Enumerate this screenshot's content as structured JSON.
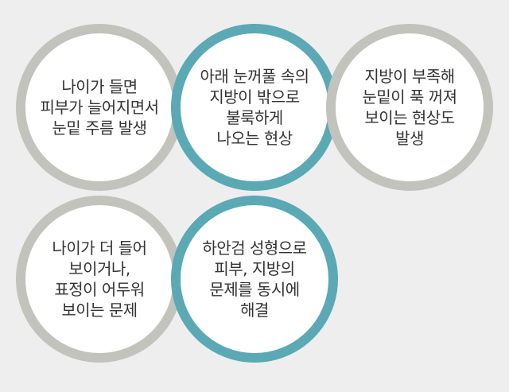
{
  "circles": [
    {
      "text": "나이가 들면\n피부가 늘어지면서\n눈밑 주름 발생",
      "accent": false
    },
    {
      "text": "아래 눈꺼풀 속의\n지방이 밖으로\n불룩하게\n나오는 현상",
      "accent": true
    },
    {
      "text": "지방이 부족해\n눈밑이 푹 꺼져\n보이는 현상도\n발생",
      "accent": false
    },
    {
      "text": "나이가 더 들어\n보이거나,\n표정이 어두워\n보이는 문제",
      "accent": false
    },
    {
      "text": "하안검 성형으로\n피부, 지방의\n문제를 동시에\n해결",
      "accent": true
    }
  ],
  "colors": {
    "background": "#eeeeee",
    "circle_fill": "#ffffff",
    "border_gray": "#c3c3bd",
    "border_accent": "#5aa9b5",
    "text": "#333333"
  }
}
